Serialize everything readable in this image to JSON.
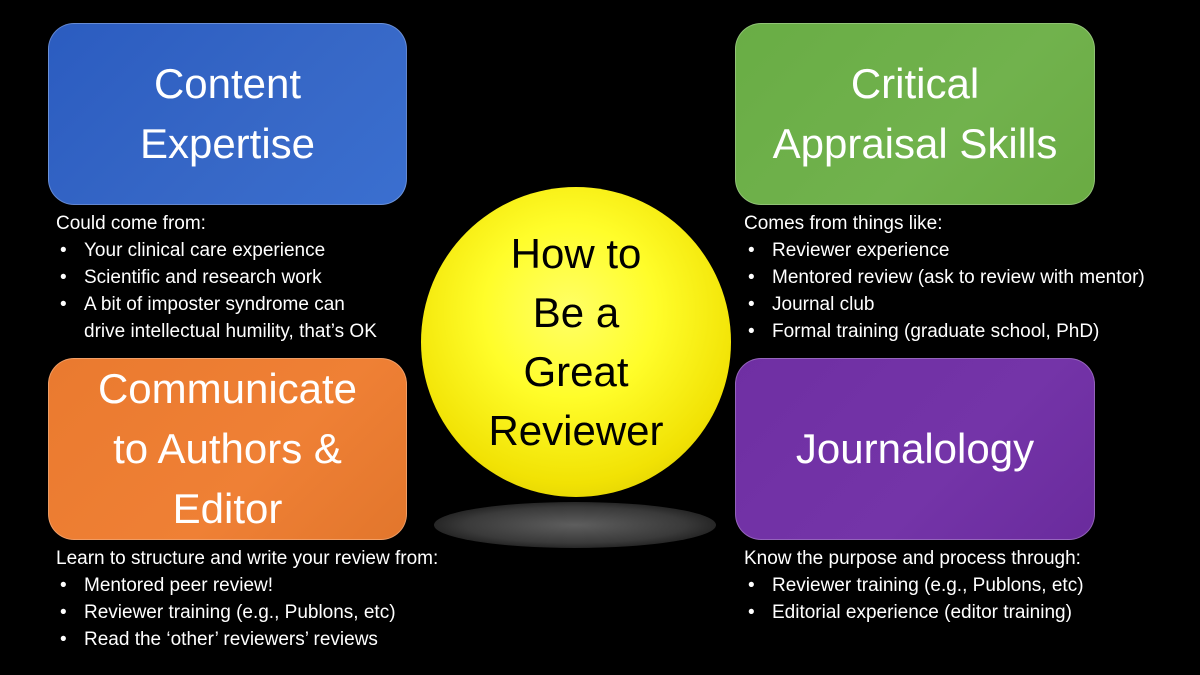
{
  "center": {
    "title": "How to\nBe a\nGreat\nReviewer"
  },
  "quadrants": {
    "content": {
      "title": "Content\nExpertise",
      "intro": "Could come from:",
      "bullets": [
        "Your clinical care experience",
        "Scientific and research  work",
        "A bit of imposter syndrome can\ndrive intellectual humility, that’s OK"
      ],
      "color": "#3567c6"
    },
    "critical": {
      "title": "Critical\nAppraisal Skills",
      "intro": "Comes from things like:",
      "bullets": [
        "Reviewer experience",
        "Mentored review (ask to review with mentor)",
        "Journal club",
        "Formal training (graduate school, PhD)"
      ],
      "color": "#70ad47"
    },
    "communicate": {
      "title": "Communicate\nto Authors &\nEditor",
      "intro": "Learn to structure and write your review from:",
      "bullets": [
        "Mentored peer review!",
        "Reviewer training (e.g., Publons, etc)",
        "Read the ‘other’ reviewers’ reviews"
      ],
      "color": "#ed7d31"
    },
    "journalology": {
      "title": "Journalology",
      "intro": "Know the purpose and process through:",
      "bullets": [
        "Reviewer training (e.g., Publons, etc)",
        "Editorial experience (editor training)"
      ],
      "color": "#7030a0"
    }
  }
}
